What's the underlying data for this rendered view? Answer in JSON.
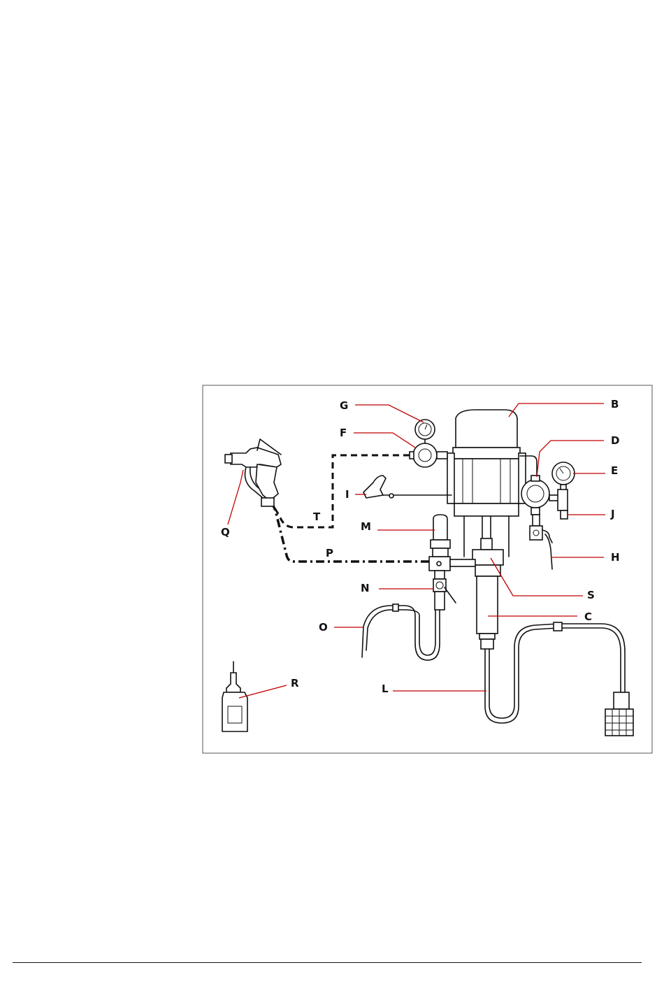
{
  "figure": {
    "callouts": {
      "G": "G",
      "B": "B",
      "F": "F",
      "D": "D",
      "E": "E",
      "I": "I",
      "J": "J",
      "Q": "Q",
      "T": "T",
      "M": "M",
      "P": "P",
      "H": "H",
      "N": "N",
      "S": "S",
      "C": "C",
      "O": "O",
      "R": "R",
      "L": "L"
    }
  }
}
